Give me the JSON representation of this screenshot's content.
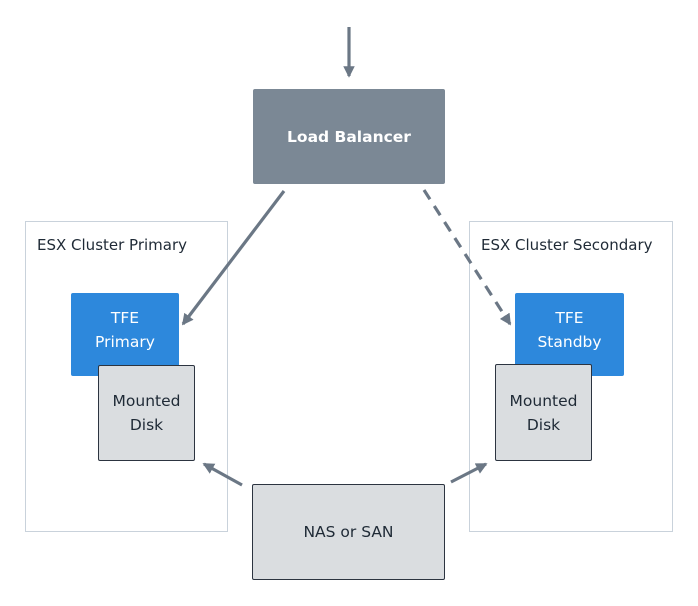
{
  "colors": {
    "arrow": "#6b7785",
    "load_balancer": "#7b8895",
    "tfe": "#2d88dc",
    "disk": "#dadde0",
    "cluster_border": "#c9d2db"
  },
  "load_balancer": {
    "label": "Load Balancer"
  },
  "clusters": {
    "primary": {
      "label": "ESX Cluster Primary",
      "tfe": {
        "line1": "TFE",
        "line2": "Primary"
      },
      "disk": {
        "line1": "Mounted",
        "line2": "Disk"
      }
    },
    "secondary": {
      "label": "ESX Cluster Secondary",
      "tfe": {
        "line1": "TFE",
        "line2": "Standby"
      },
      "disk": {
        "line1": "Mounted",
        "line2": "Disk"
      }
    }
  },
  "storage": {
    "label": "NAS or SAN"
  },
  "edges": [
    {
      "from": "incoming",
      "to": "load_balancer",
      "style": "solid"
    },
    {
      "from": "load_balancer",
      "to": "tfe_primary",
      "style": "solid"
    },
    {
      "from": "load_balancer",
      "to": "tfe_standby",
      "style": "dashed"
    },
    {
      "from": "storage",
      "to": "disk_primary",
      "style": "solid"
    },
    {
      "from": "storage",
      "to": "disk_secondary",
      "style": "solid"
    }
  ]
}
